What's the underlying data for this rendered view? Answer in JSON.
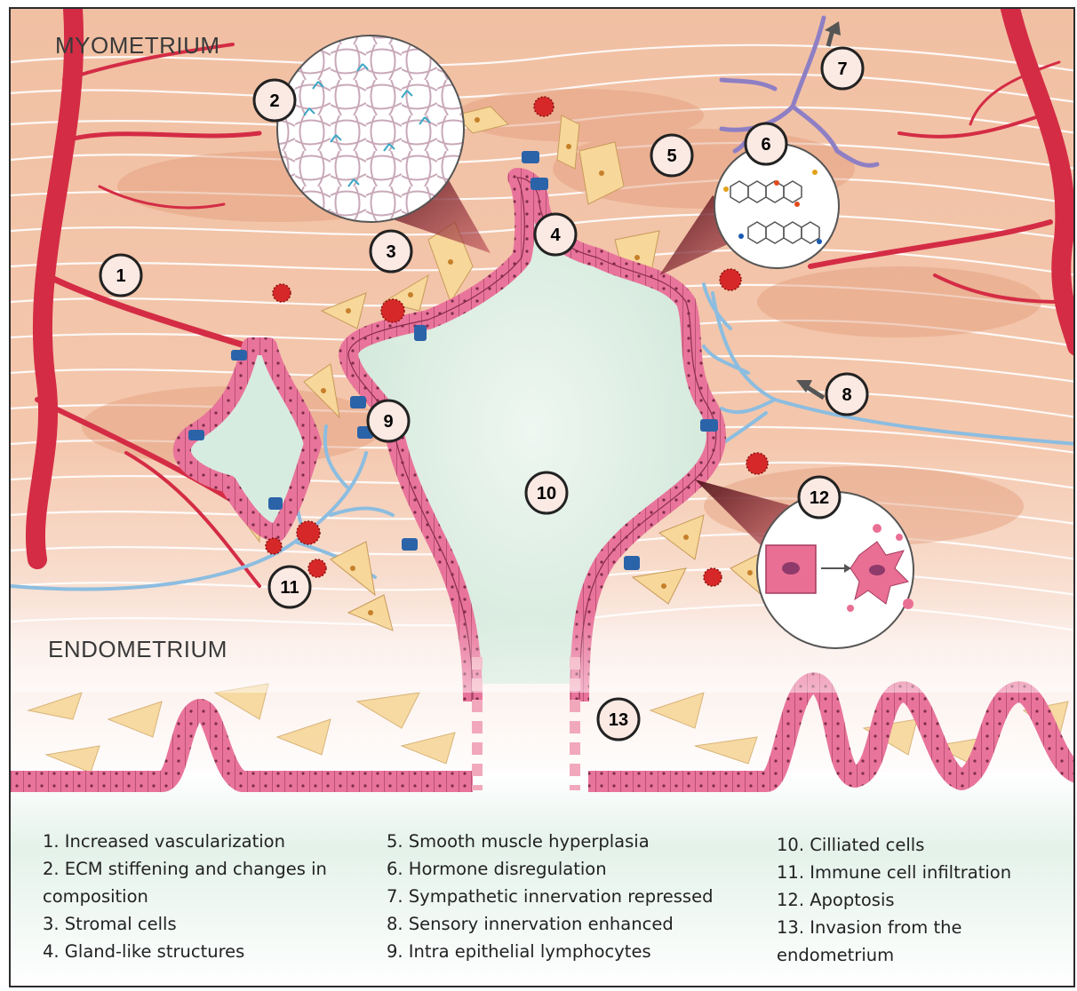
{
  "labels": {
    "myometrium": "MYOMETRIUM",
    "endometrium": "ENDOMETRIUM"
  },
  "markers": [
    "1",
    "2",
    "3",
    "4",
    "5",
    "6",
    "7",
    "8",
    "9",
    "10",
    "11",
    "12",
    "13"
  ],
  "legend": {
    "col1": [
      "1. Increased vascularization",
      "2. ECM stiffening and changes in",
      "composition",
      "3. Stromal cells",
      "4. Gland-like structures"
    ],
    "col2": [
      "5. Smooth muscle hyperplasia",
      "6. Hormone disregulation",
      "7. Sympathetic innervation repressed",
      "8. Sensory innervation enhanced",
      "9. Intra epithelial lymphocytes"
    ],
    "col3": [
      "10. Cilliated cells",
      "11. Immune cell infiltration",
      "12. Apoptosis",
      "13. Invasion from the",
      "endometrium"
    ]
  },
  "colors": {
    "muscle": "#f3c7ad",
    "muscle_dark": "#e29a78",
    "vessel": "#d42c45",
    "epithelium": "#e9749b",
    "ciliated": "#2b63a8",
    "lumen": "#d7ece0",
    "stromal": "#f7d79a",
    "immune": "#d62828",
    "sympathetic_nerve": "#8e7fc4",
    "sensory_nerve": "#8cbde0"
  }
}
